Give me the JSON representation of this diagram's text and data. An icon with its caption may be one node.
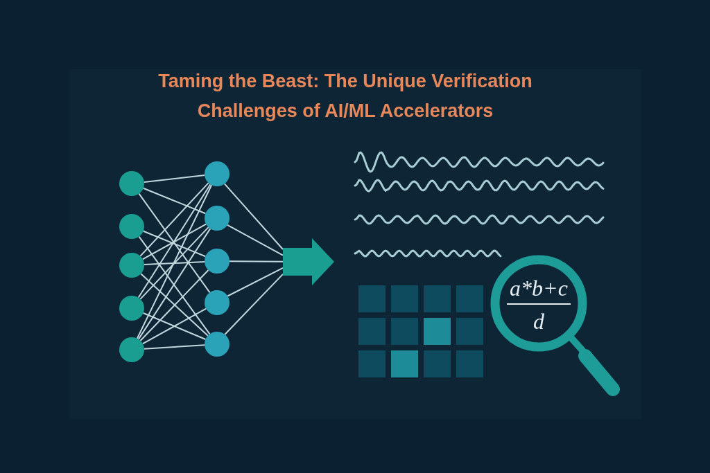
{
  "diagram": {
    "title": "Taming the Beast: The Unique Verification Challenges of AI/ML Accelerators",
    "nodes": [
      {
        "text": [],
        "shape": "circle"
      },
      {
        "text": [],
        "shape": "circle"
      },
      {
        "text": [],
        "shape": "circle"
      },
      {
        "text": [],
        "shape": "circle"
      },
      {
        "text": [],
        "shape": "circle"
      },
      {
        "text": [],
        "shape": "circle"
      },
      {
        "text": [],
        "shape": "circle"
      },
      {
        "text": [],
        "shape": "circle"
      },
      {
        "text": [],
        "shape": "circle"
      },
      {
        "text": [],
        "shape": "circle"
      },
      {
        "text": [],
        "shape": "arrow"
      },
      {
        "text": [
          "a*b+c",
          "d"
        ]
      }
    ],
    "edges": [
      {
        "from": 0,
        "to": 5,
        "arrow": "none"
      },
      {
        "from": 0,
        "to": 6,
        "arrow": "none"
      },
      {
        "from": 0,
        "to": 8,
        "arrow": "none"
      },
      {
        "from": 1,
        "to": 7,
        "arrow": "none"
      },
      {
        "from": 1,
        "to": 9,
        "arrow": "none"
      },
      {
        "from": 2,
        "to": 5,
        "arrow": "none"
      },
      {
        "from": 2,
        "to": 6,
        "arrow": "none"
      },
      {
        "from": 2,
        "to": 7,
        "arrow": "none"
      },
      {
        "from": 2,
        "to": 9,
        "arrow": "none"
      },
      {
        "from": 3,
        "to": 5,
        "arrow": "none"
      },
      {
        "from": 3,
        "to": 6,
        "arrow": "none"
      },
      {
        "from": 3,
        "to": 9,
        "arrow": "none"
      },
      {
        "from": 4,
        "to": 5,
        "arrow": "none"
      },
      {
        "from": 4,
        "to": 6,
        "arrow": "none"
      },
      {
        "from": 4,
        "to": 7,
        "arrow": "none"
      },
      {
        "from": 4,
        "to": 8,
        "arrow": "none"
      },
      {
        "from": 4,
        "to": 9,
        "arrow": "none"
      },
      {
        "from": 5,
        "to": 10,
        "arrow": "none"
      },
      {
        "from": 6,
        "to": 10,
        "arrow": "none"
      },
      {
        "from": 7,
        "to": 10,
        "arrow": "none"
      },
      {
        "from": 8,
        "to": 10,
        "arrow": "none"
      },
      {
        "from": 9,
        "to": 10,
        "arrow": "none"
      }
    ]
  }
}
